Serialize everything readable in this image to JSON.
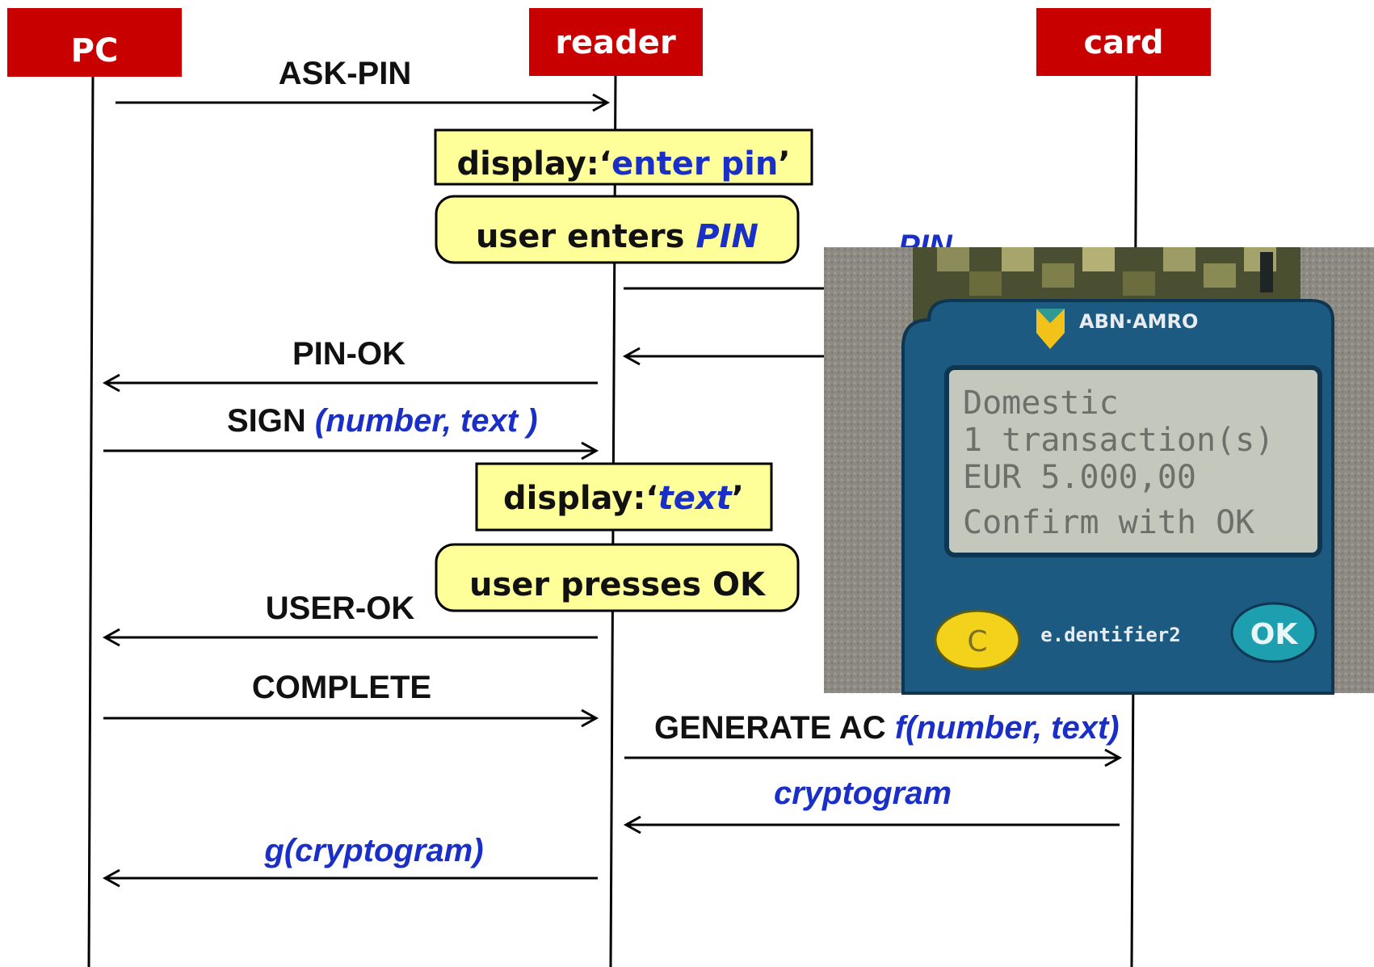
{
  "actors": {
    "pc": "PC",
    "reader": "reader",
    "card": "card"
  },
  "messages": {
    "ask_pin": "ASK-PIN",
    "pin_hidden": "PIN",
    "pin_ok": "PIN-OK",
    "sign": "SIGN",
    "sign_args": "(number, text )",
    "user_ok": "USER-OK",
    "complete": "COMPLETE",
    "generate_ac": "GENERATE AC",
    "generate_ac_args": "f(number, text)",
    "cryptogram": "cryptogram",
    "g_cryptogram": "g(cryptogram)"
  },
  "boxes": {
    "display_enter_pin": {
      "prefix": "display:‘",
      "value": "enter pin",
      "suffix": "’"
    },
    "user_enters_pin": {
      "prefix": "user enters ",
      "value": "PIN"
    },
    "display_text": {
      "prefix": "display:‘",
      "value": "text",
      "suffix": "’"
    },
    "user_presses_ok": "user presses OK"
  },
  "device_photo": {
    "brand": "ABN·AMRO",
    "model": "e.dentifier2",
    "screen_lines": [
      "Domestic",
      "1 transaction(s)",
      "EUR 5.000,00",
      "Confirm with OK"
    ],
    "button_c": "C",
    "button_ok": "OK"
  },
  "colors": {
    "actor_fill": "#c80000",
    "note_fill": "#ffff99",
    "argument_text": "#1a2fc8",
    "device_body": "#1d5a82",
    "lcd_screen": "#c4c7bb"
  }
}
